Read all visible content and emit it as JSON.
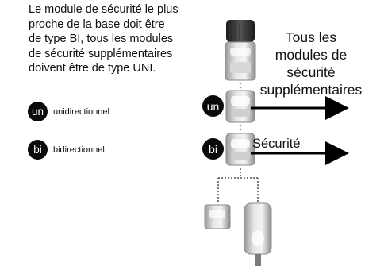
{
  "intro_text": "Le module de sécurité le plus\nproche de la base doit être\nde type BI, tous les modules\nde sécurité supplémentaires\ndoivent être de type UNI.",
  "legend": [
    {
      "badge": "un",
      "label": "unidirectionnel"
    },
    {
      "badge": "bi",
      "label": "bidirectionnel"
    }
  ],
  "callouts": {
    "all_modules": "Tous les\nmodules de\nsécurité\nsupplémentaires",
    "safety": "Sécurité"
  },
  "device_badges": {
    "upper": "un",
    "lower": "bi"
  },
  "colors": {
    "badge_fill": "#0a0a0a",
    "badge_text": "#ffffff",
    "text": "#111111",
    "arrow": "#000000"
  }
}
